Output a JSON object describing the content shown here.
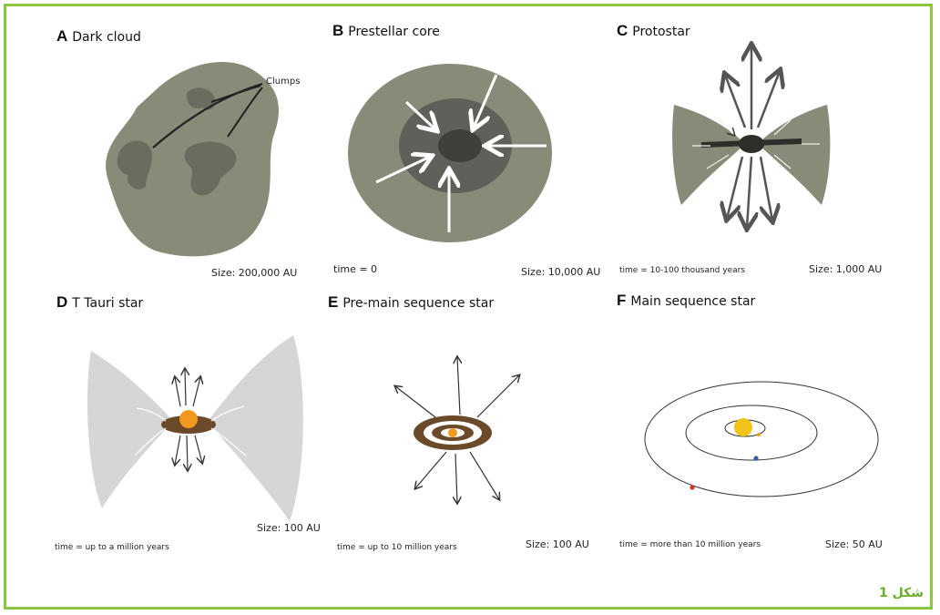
{
  "panels": [
    {
      "letter": "A",
      "title": "Dark cloud",
      "size": "Size: 200,000 AU",
      "label": "Clumps"
    },
    {
      "letter": "B",
      "title": "Prestellar core",
      "size": "Size: 10,000 AU",
      "time": "time = 0"
    },
    {
      "letter": "C",
      "title": "Protostar",
      "size": "Size: 1,000 AU",
      "time": "time = 10-100 thousand years"
    },
    {
      "letter": "D",
      "title": "T Tauri star",
      "size": "Size: 100 AU",
      "time": "time = up to a million years"
    },
    {
      "letter": "E",
      "title": "Pre-main sequence star",
      "size": "Size: 100 AU",
      "time": "time = up to 10 million years"
    },
    {
      "letter": "F",
      "title": "Main sequence star",
      "size": "Size: 50 AU",
      "time": "time = more than 10 million years"
    }
  ],
  "caption": "شكل 1",
  "colors": {
    "frame": "#8cc63f",
    "cloud": "#8a8a78",
    "clump": "#6b6b60",
    "core_dark": "#3f4039",
    "disk_brown": "#6b4a2a",
    "star_orange": "#f39a1e",
    "star_yellow": "#f0c419",
    "outflow_grey": "#d6d6d6"
  }
}
